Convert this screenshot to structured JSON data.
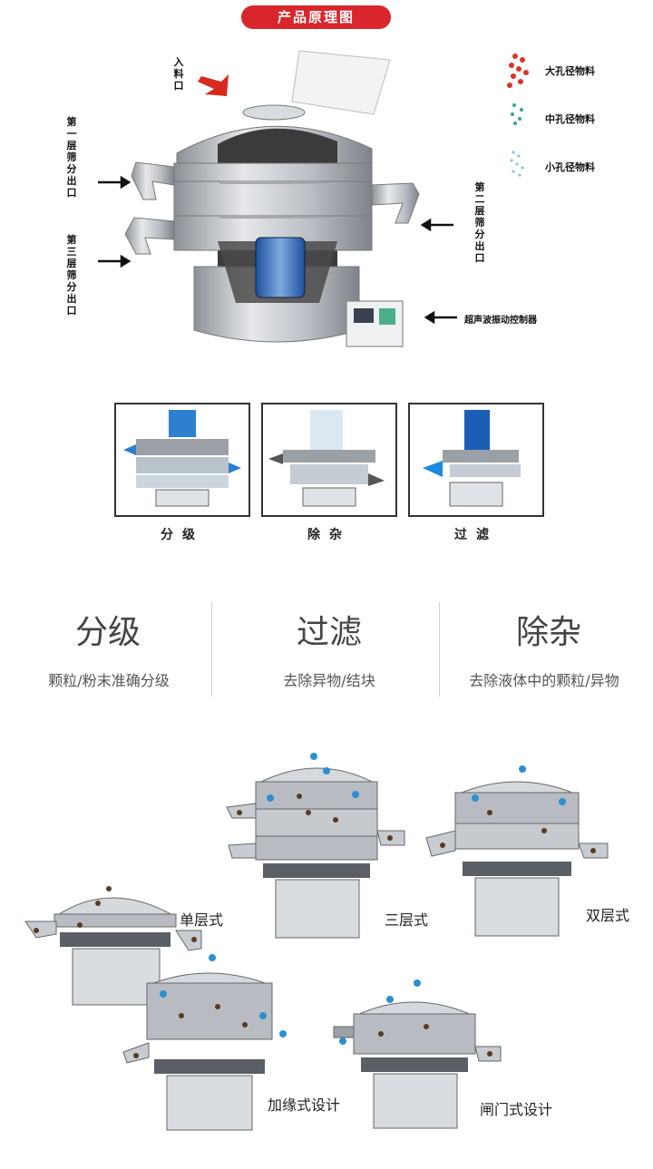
{
  "header": {
    "title": "产品原理图"
  },
  "principle": {
    "inlet": "入料口",
    "outlet1": "第一层筛分出口",
    "outlet2": "第二层筛分出口",
    "outlet3": "第三层筛分出口",
    "controller": "超声波振动控制器",
    "legend": [
      {
        "label": "大孔径物料",
        "color": "#d9342b"
      },
      {
        "label": "中孔径物料",
        "color": "#3aa58a"
      },
      {
        "label": "小孔径物料",
        "color": "#86c6e0"
      }
    ]
  },
  "modes": [
    {
      "caption": "分级"
    },
    {
      "caption": "除杂"
    },
    {
      "caption": "过滤"
    }
  ],
  "features": [
    {
      "title": "分级",
      "desc": "颗粒/粉末准确分级"
    },
    {
      "title": "过滤",
      "desc": "去除异物/结块"
    },
    {
      "title": "除杂",
      "desc": "去除液体中的颗粒/异物"
    }
  ],
  "models": [
    {
      "label": "单层式"
    },
    {
      "label": "三层式"
    },
    {
      "label": "双层式"
    },
    {
      "label": "加缘式设计"
    },
    {
      "label": "闸门式设计"
    }
  ],
  "colors": {
    "accent": "#d9262c",
    "steel": "#b8bcc2",
    "particle_blue": "#2d8fd0",
    "particle_brown": "#5a3b22"
  }
}
